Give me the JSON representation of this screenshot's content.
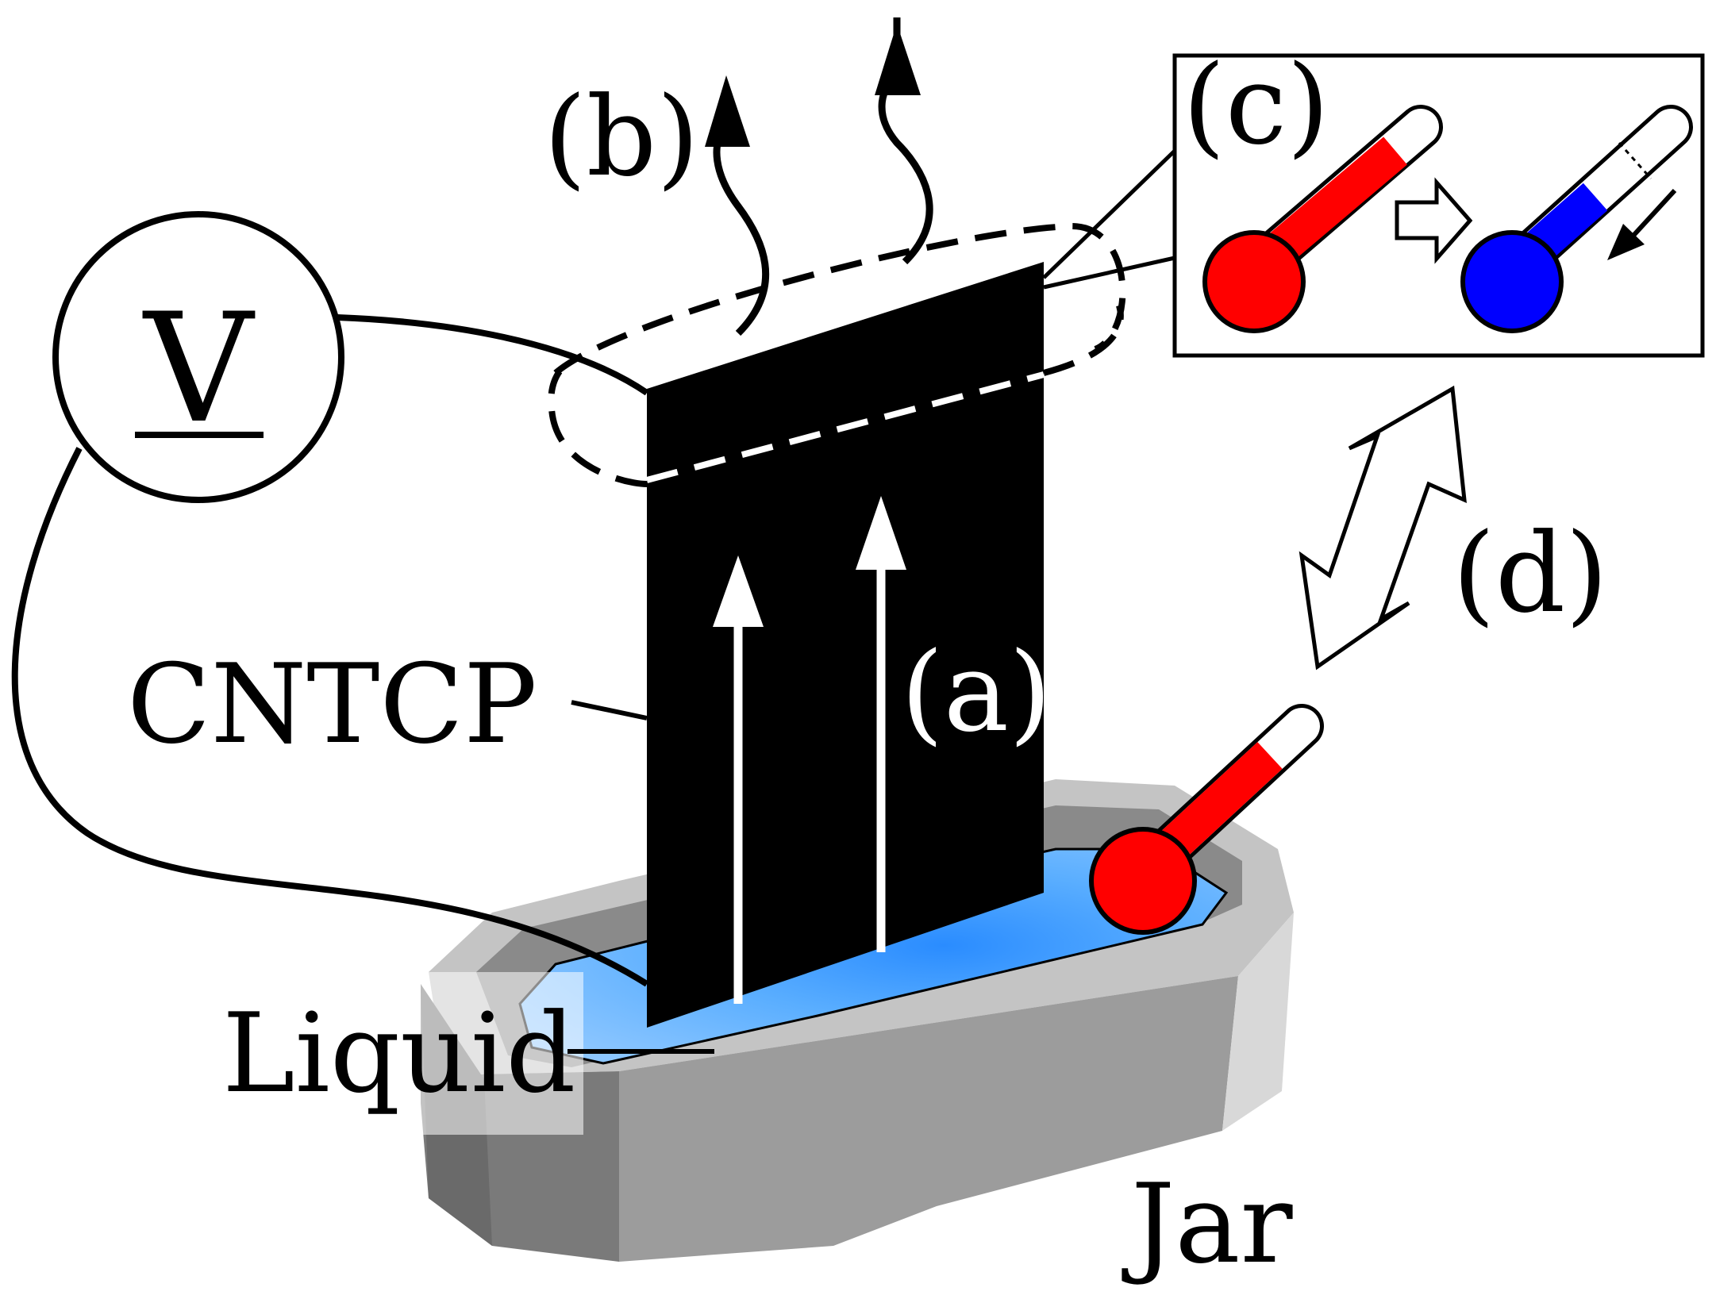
{
  "labels": {
    "a": "(a)",
    "b": "(b)",
    "c": "(c)",
    "d": "(d)",
    "voltmeter": "V",
    "film": "CNTCP",
    "liquid": "Liquid",
    "jar": "Jar"
  },
  "colors": {
    "hot": "#ff0000",
    "cold": "#0000ff",
    "liquid": "#3a9cff",
    "jar_light": "#c8c8c8",
    "jar_mid": "#9a9a9a",
    "jar_dark": "#6f6f6f",
    "film": "#000000"
  },
  "icons": [
    "voltmeter-icon",
    "thermometer-hot-icon",
    "thermometer-cold-icon",
    "double-arrow-icon",
    "wavy-arrow-icon"
  ]
}
